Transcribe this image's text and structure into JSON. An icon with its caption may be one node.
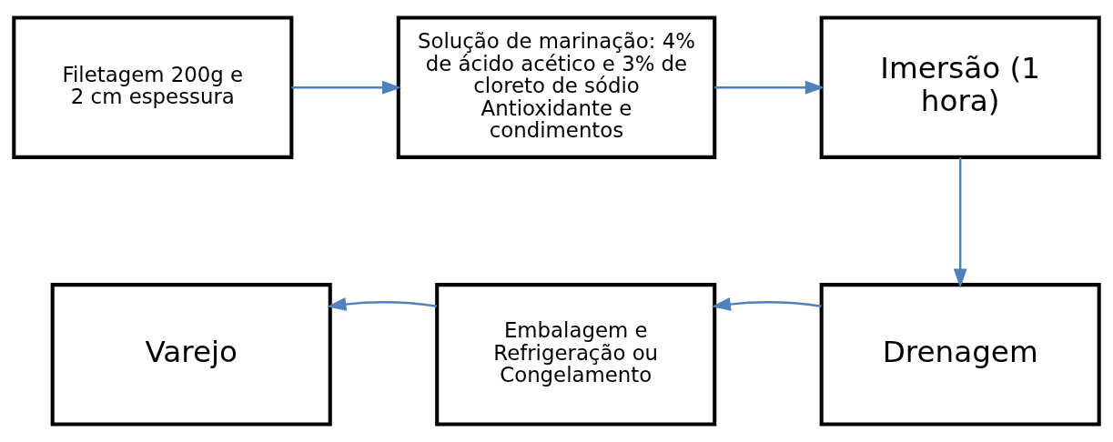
{
  "diagram": {
    "nodes": [
      {
        "text": [
          "Filetagem 200g e 2 cm espessura"
        ]
      },
      {
        "text": [
          "Solução de marinação: 4% de ácido acético e 3% de cloreto de sódio Antioxidante e condimentos"
        ]
      },
      {
        "text": [
          "Imersão (1 hora)"
        ]
      },
      {
        "text": [
          "Drenagem"
        ]
      },
      {
        "text": [
          "Embalagem e Refrigeração ou Congelamento"
        ]
      },
      {
        "text": [
          "Varejo"
        ]
      }
    ],
    "edges": [
      {
        "from": 0,
        "to": 1,
        "arrow": "to"
      },
      {
        "from": 1,
        "to": 2,
        "arrow": "to"
      },
      {
        "from": 2,
        "to": 3,
        "arrow": "to"
      },
      {
        "from": 3,
        "to": 4,
        "arrow": "to"
      },
      {
        "from": 4,
        "to": 5,
        "arrow": "to"
      }
    ]
  }
}
